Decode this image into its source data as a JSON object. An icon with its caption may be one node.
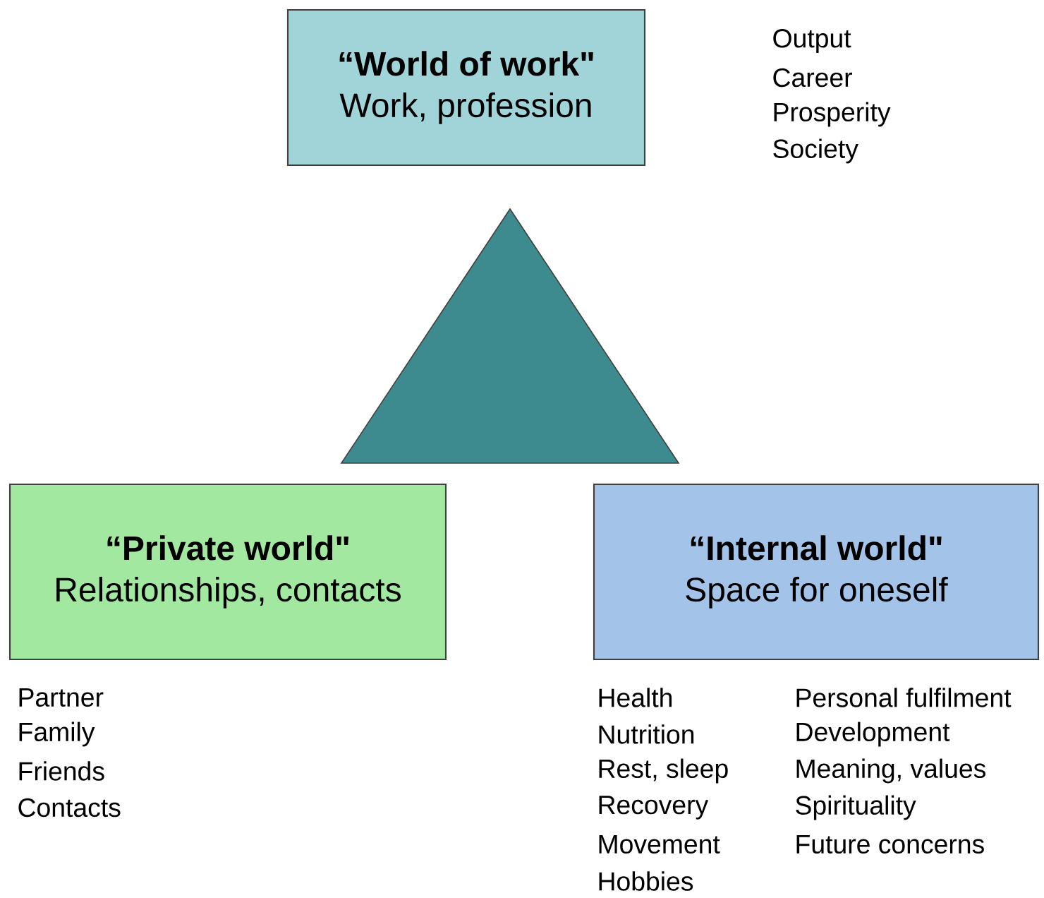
{
  "diagram": {
    "nodes": [
      {
        "text": [
          "“World of work\"",
          "Work, profession"
        ],
        "beside": [
          "Output",
          "Career",
          "Prosperity",
          "Society"
        ]
      },
      {
        "text": [],
        "shape": "triangle"
      },
      {
        "text": [
          "“Private world\"",
          "Relationships, contacts"
        ],
        "beside": [
          "Partner",
          "Family",
          "Friends",
          "Contacts"
        ]
      },
      {
        "text": [
          "“Internal world\"",
          "Space for oneself"
        ],
        "beside": [
          "Health",
          "Nutrition",
          "Rest, sleep",
          "Recovery",
          "Movement",
          "Hobbies",
          "Personal fulfilment",
          "Development",
          "Meaning, values",
          "Spirituality",
          "Future concerns"
        ]
      }
    ]
  }
}
